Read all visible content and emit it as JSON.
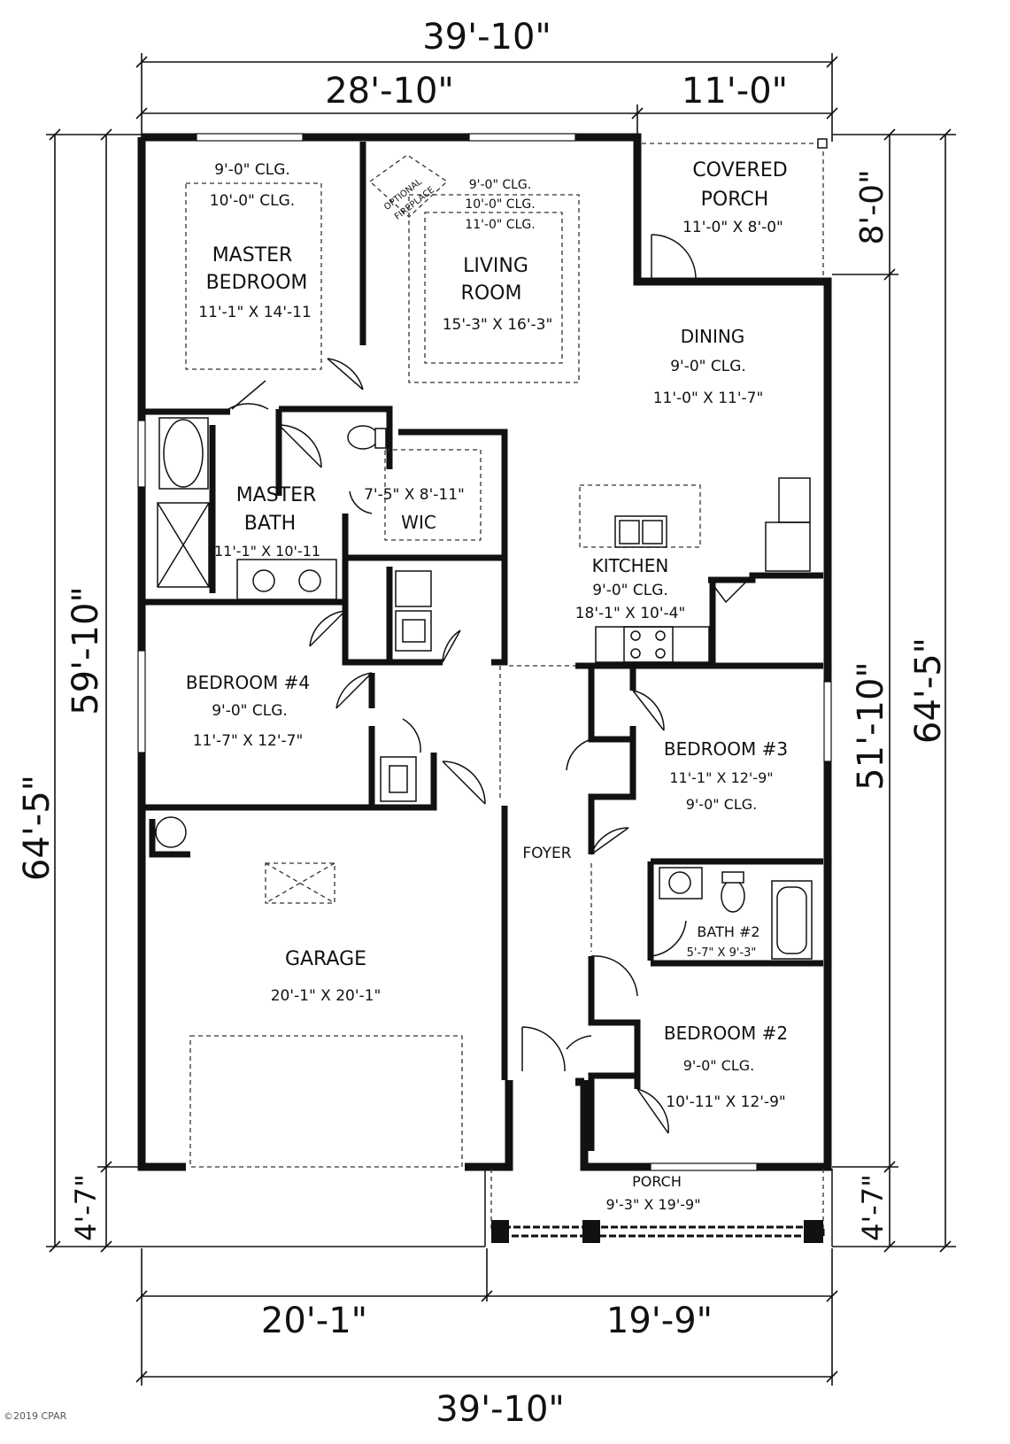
{
  "dimensions": {
    "top_overall": "39'-10\"",
    "top_left": "28'-10\"",
    "top_right": "11'-0\"",
    "bottom_left": "20'-1\"",
    "bottom_right": "19'-9\"",
    "bottom_overall": "39'-10\"",
    "left_main": "59'-10\"",
    "left_overall": "64'-5\"",
    "left_porch": "4'-7\"",
    "right_overall": "64'-5\"",
    "right_main": "51'-10\"",
    "right_covered_porch": "8'-0\"",
    "right_porch": "4'-7\""
  },
  "rooms": {
    "master_bedroom": {
      "clg1": "9'-0\" CLG.",
      "clg2": "10'-0\" CLG.",
      "name1": "MASTER",
      "name2": "BEDROOM",
      "size": "11'-1\" X 14'-11"
    },
    "fireplace": {
      "line1": "OPTIONAL",
      "line2": "FIREPLACE"
    },
    "living_room": {
      "clg1": "9'-0\" CLG.",
      "clg2": "10'-0\" CLG.",
      "clg3": "11'-0\" CLG.",
      "name1": "LIVING",
      "name2": "ROOM",
      "size": "15'-3\" X 16'-3\""
    },
    "covered_porch": {
      "name1": "COVERED",
      "name2": "PORCH",
      "size": "11'-0\" X 8'-0\""
    },
    "dining": {
      "name": "DINING",
      "clg": "9'-0\" CLG.",
      "size": "11'-0\" X 11'-7\""
    },
    "master_bath": {
      "name1": "MASTER",
      "name2": "BATH",
      "size": "11'-1\" X 10'-11"
    },
    "wic": {
      "size": "7'-5\" X 8'-11\"",
      "name": "WIC"
    },
    "kitchen": {
      "name": "KITCHEN",
      "clg": "9'-0\" CLG.",
      "size": "18'-1\" X 10'-4\""
    },
    "bedroom4": {
      "name": "BEDROOM #4",
      "clg": "9'-0\" CLG.",
      "size": "11'-7\" X 12'-7\""
    },
    "bedroom3": {
      "name": "BEDROOM #3",
      "size": "11'-1\" X 12'-9\"",
      "clg": "9'-0\" CLG."
    },
    "foyer": {
      "name": "FOYER"
    },
    "garage": {
      "name": "GARAGE",
      "size": "20'-1\" X 20'-1\""
    },
    "bath2": {
      "name": "BATH #2",
      "size": "5'-7\" X 9'-3\""
    },
    "bedroom2": {
      "name": "BEDROOM #2",
      "clg": "9'-0\" CLG.",
      "size": "10'-11\" X 12'-9\""
    },
    "porch": {
      "name": "PORCH",
      "size": "9'-3\" X 19'-9\""
    }
  },
  "copyright": "©2019 CPAR"
}
